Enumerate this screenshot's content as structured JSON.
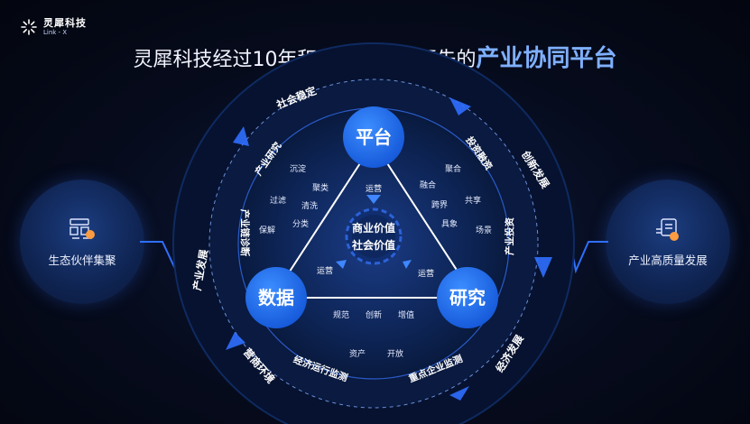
{
  "logo": {
    "cn": "灵犀科技",
    "en": "Link - X"
  },
  "headline": {
    "plain": "灵犀科技经过10年积累，打造最领先的",
    "accent": "产业协同平台"
  },
  "left_card": {
    "label": "生态伙伴集聚",
    "icon": "ecosystem-icon"
  },
  "right_card": {
    "label": "产业高质量发展",
    "icon": "industry-icon"
  },
  "nodes": {
    "top": "平台",
    "left": "数据",
    "right": "研究"
  },
  "center": {
    "line1": "商业价值",
    "line2": "社会价值"
  },
  "flow": {
    "top": "运营",
    "left": "运营",
    "right": "运营"
  },
  "edge_words": {
    "left_outer": [
      "沉淀",
      "过滤",
      "保解"
    ],
    "left_inner": [
      "聚类",
      "清洗",
      "分类"
    ],
    "right_outer": [
      "聚合",
      "共享",
      "场景"
    ],
    "right_inner": [
      "融合",
      "跨界",
      "具象"
    ],
    "bottom": [
      "规范",
      "创新",
      "增值"
    ],
    "bottom_below": [
      "资产",
      "开放"
    ]
  },
  "inner_ring": {
    "top_left": "产业研究",
    "top_right": "投资融资",
    "left": "产业链诊断",
    "right": "产业投资",
    "bottom_left": "经济运行监测",
    "bottom_right": "重点企业监测"
  },
  "outer_ring": {
    "top": "社会稳定",
    "top_right": "创新发展",
    "left": "产业发展",
    "bottom_left": "营商环境",
    "bottom_right": "经济发展"
  },
  "colors": {
    "node": "#1a6cf0",
    "accent": "#3f86ff",
    "ring": "#0b1e48"
  }
}
